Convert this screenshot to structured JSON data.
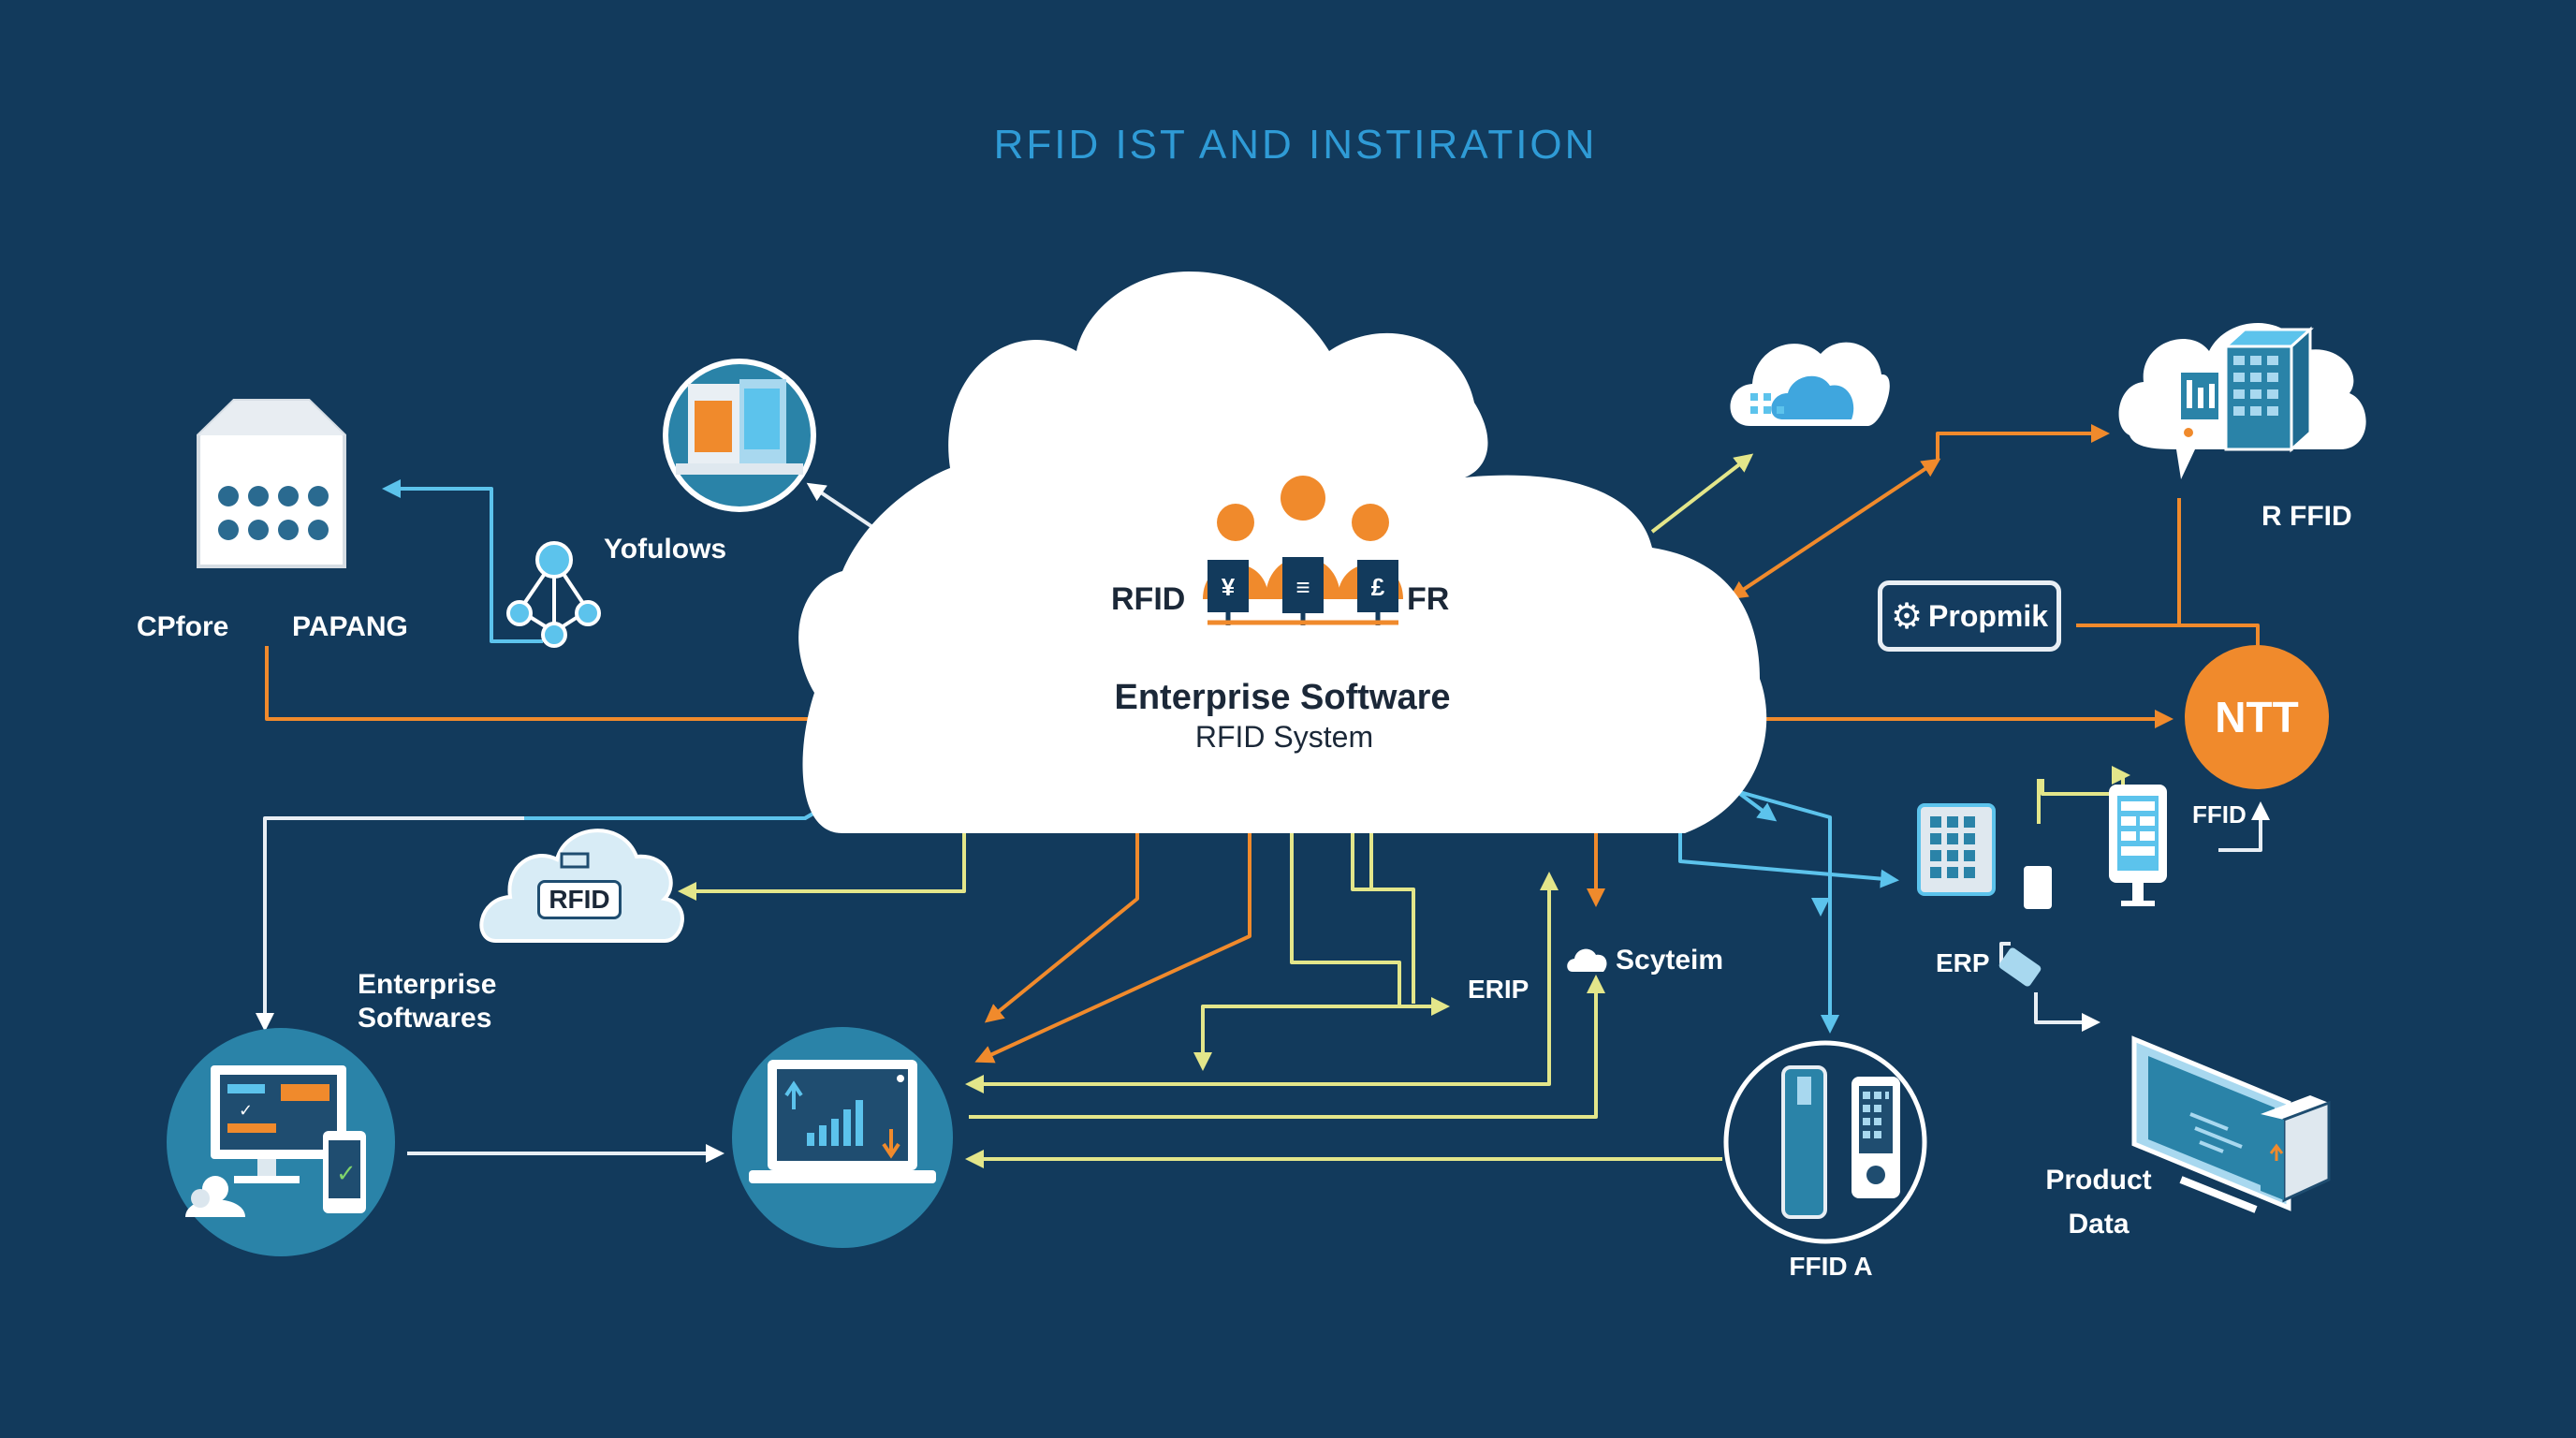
{
  "title": "RFID IST AND INSTIRATION",
  "hub": {
    "left_tag": "RFID",
    "right_tag": "FR",
    "title": "Enterprise Software",
    "subtitle": "RFID System",
    "doc_glyphs": [
      "¥",
      "≡",
      "£"
    ]
  },
  "labels": {
    "yofulows": "Yofulows",
    "cpfore": "CPfore",
    "papang": "PAPANG",
    "rfid_cloud": "RFID",
    "enterprise_softwares": "Enterprise\nSoftwares",
    "erip": "ERIP",
    "scyteim": "Scyteim",
    "r_ffid": "R FFID",
    "propmik": "Propmik",
    "ntt": "NTT",
    "ffid_arrow": "FFID",
    "erp": "ERP",
    "product_data": "Product\nData",
    "ffid_a": "FFID A"
  },
  "icons": [
    "building-icon",
    "workflow-icon",
    "team-icon",
    "cloud-icon",
    "office-building-icon",
    "laptop-chart-icon",
    "device-icon",
    "scanner-icon",
    "monitor-icon",
    "gear-icon"
  ],
  "colors": {
    "background": "#123a5c",
    "orange": "#f08a2c",
    "cyan": "#5cc3ec",
    "yellow": "#e3e68a",
    "white": "#ffffff",
    "title": "#2f9bd6",
    "teal": "#2a83a8"
  }
}
